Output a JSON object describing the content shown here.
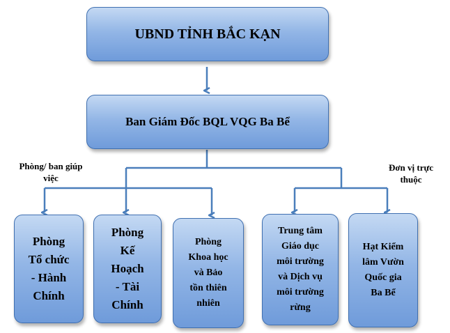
{
  "diagram": {
    "top": "UBND TỈNH BẮC KẠN",
    "board": "Ban Giám Đốc BQL VQG Ba Bể",
    "left_group_label": "Phòng/ ban giúp\nviệc",
    "right_group_label": "Đơn vị trực\nthuộc",
    "units": [
      "Phòng\nTổ chức\n- Hành\nChính",
      "Phòng\nKế\nHoạch\n-  Tài\nChính",
      "Phòng\nKhoa học\nvà Bảo\ntồn thiên\nnhiên",
      "Trung tâm\nGiáo dục\nmôi trường\nvà Dịch vụ\nmôi trường\nrừng",
      "Hạt Kiểm\nlâm Vườn\nQuốc gia\nBa Bể"
    ],
    "colors": {
      "line": "#4a7ebb",
      "box_top": "#c4d9f3",
      "box_bottom": "#6f9bda",
      "border": "#3f6fb0"
    }
  }
}
